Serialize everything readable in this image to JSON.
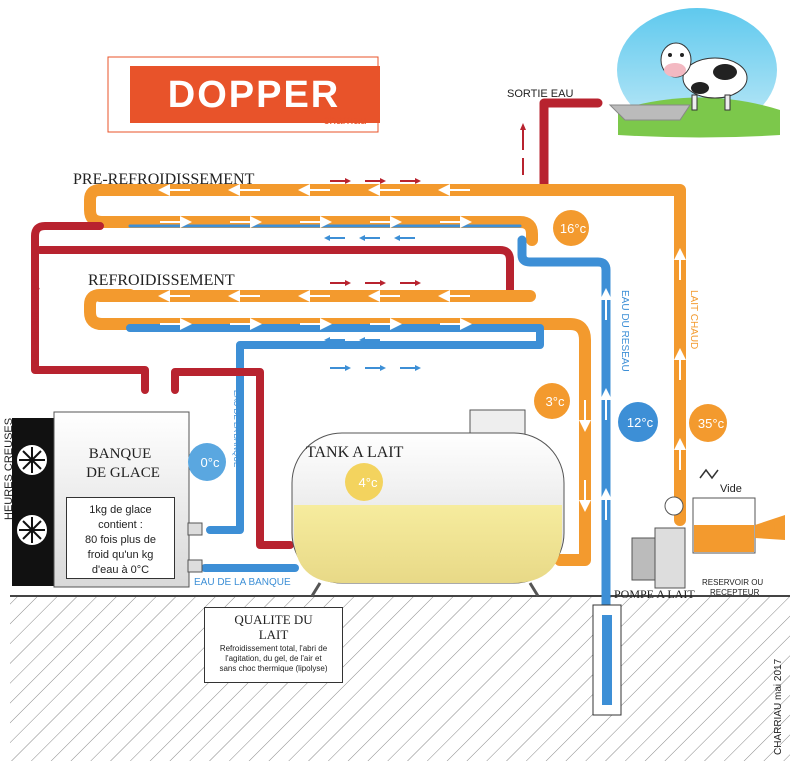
{
  "brand": {
    "logo_text": "DOPPER",
    "logo_sub": "charriau",
    "logo_color": "#e8532a"
  },
  "labels": {
    "sortie_eau": "SORTIE EAU",
    "pre_refroidissement": "PRE-REFROIDISSEMENT",
    "refroidissement": "REFROIDISSEMENT",
    "eau_retour_banque": "EAU RETOUR BANQUE",
    "eau_de_la_banque_vertical": "EAU DE LA BANQUE",
    "eau_du_reseau": "EAU DU RESEAU",
    "lait_chaud": "LAIT CHAUD",
    "heures_creuses": "HEURES CREUSES",
    "tank": "TANK A LAIT",
    "eau_de_la_banque": "EAU DE LA BANQUE",
    "pompe_a_lait": "POMPE A LAIT",
    "vide": "Vide",
    "lait": "LAIT",
    "reservoir": "RESERVOIR OU",
    "recepteur": "RECEPTEUR",
    "credit": "CHARRIAU mai 2017"
  },
  "banque": {
    "title_line1": "BANQUE",
    "title_line2": "DE GLACE",
    "note_line1": "1kg de glace",
    "note_line2": "contient :",
    "note_line3": "80 fois plus de",
    "note_line4": "froid qu'un kg",
    "note_line5": "d'eau à 0°C"
  },
  "qualite": {
    "title_line1": "QUALITE DU",
    "title_line2": "LAIT",
    "text_line1": "Refroidissement total, l'abri de",
    "text_line2": "l'agitation, du gel, de l'air et",
    "text_line3": "sans choc thermique (lipolyse)"
  },
  "temperatures": {
    "t16": "16°c",
    "t3": "3°c",
    "t12": "12°c",
    "t35": "35°c",
    "t0": "0°c",
    "t4": "4°c"
  },
  "colors": {
    "red": "#b8232f",
    "orange": "#f39a2e",
    "blue": "#3d8fd6",
    "milk": "#f3e7a6",
    "ground": "#555555"
  }
}
